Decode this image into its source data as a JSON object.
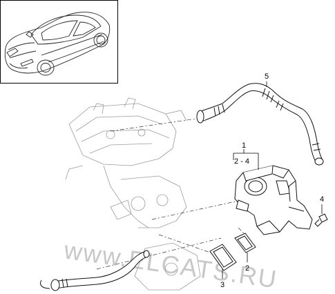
{
  "diagram": {
    "callouts": {
      "c1": "1",
      "c2_4": "2 - 4",
      "c2": "2",
      "c3": "3",
      "c4": "4",
      "c5": "5"
    },
    "watermark": "www.ELCATS.RU"
  }
}
